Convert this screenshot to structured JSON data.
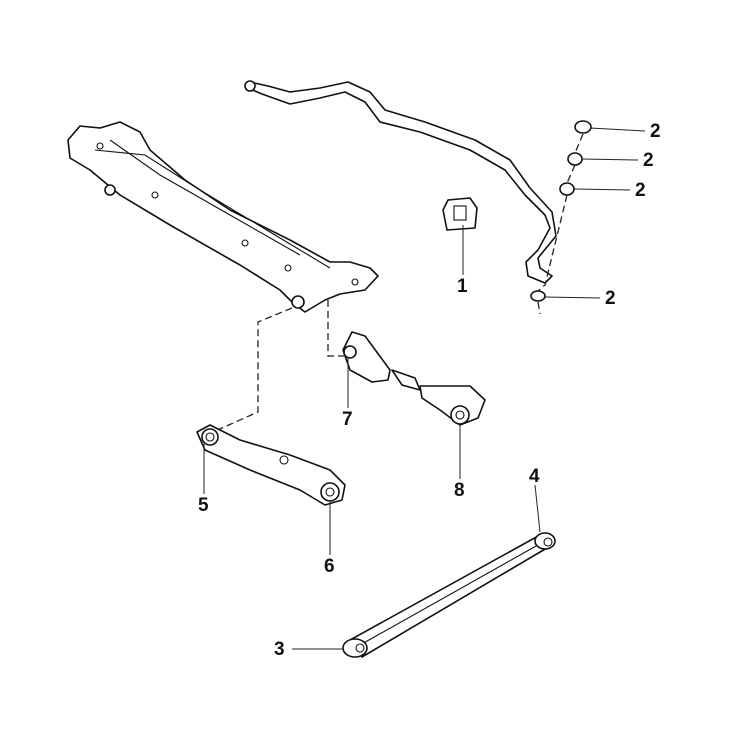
{
  "diagram": {
    "callouts": [
      {
        "id": "1",
        "part": "stabilizer-bushing"
      },
      {
        "id": "2",
        "part": "link-bushing-a"
      },
      {
        "id": "2",
        "part": "link-bushing-b"
      },
      {
        "id": "2",
        "part": "link-bushing-c"
      },
      {
        "id": "2",
        "part": "link-bushing-d"
      },
      {
        "id": "3",
        "part": "lateral-link-rear-bushing"
      },
      {
        "id": "4",
        "part": "lateral-link-front-bushing"
      },
      {
        "id": "5",
        "part": "lower-arm-inner-bushing"
      },
      {
        "id": "6",
        "part": "lower-arm-outer-bushing"
      },
      {
        "id": "7",
        "part": "upper-link-inner-bushing"
      },
      {
        "id": "8",
        "part": "upper-link-outer-bushing"
      }
    ],
    "colors": {
      "line": "#111111",
      "background": "#ffffff"
    }
  }
}
